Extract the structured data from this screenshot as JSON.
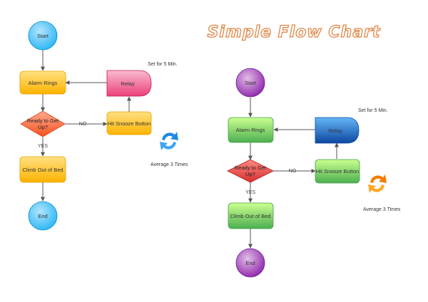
{
  "title": "Simple Flow Chart",
  "left": {
    "start": "Start",
    "alarm": "Alarm Rings",
    "relay": "Relay",
    "decision_line1": "Ready to Get",
    "decision_line2": "Up?",
    "snooze": "Hit Snooze Button",
    "climb": "Climb Out of Bed",
    "end": "End",
    "note_timer": "Set for 5 Min.",
    "note_repeat": "Average 3 Times",
    "edge_no": "NO",
    "edge_yes": "YES"
  },
  "right": {
    "start": "Start",
    "alarm": "Alarm Rings",
    "relay": "Relay",
    "decision_line1": "Ready to Get",
    "decision_line2": "Up?",
    "snooze": "Hit Snooze Button",
    "climb": "Climb Out of Bed",
    "end": "End",
    "note_timer": "Set for 5 Min.",
    "note_repeat": "Average 3 Times",
    "edge_no": "NO",
    "edge_yes": "YES"
  },
  "colors": {
    "title_outline": "#e0884a",
    "left_terminal": "#29b6f6",
    "left_process": "#ffb300",
    "left_relay": "#f06292",
    "left_decision": "#f4511e",
    "left_cycle_icon": "#1e88e5",
    "right_terminal": "#9c4dcc",
    "right_process": "#64dd17",
    "right_relay": "#1565c0",
    "right_decision": "#e53935",
    "right_cycle_icon": "#f57c00"
  }
}
